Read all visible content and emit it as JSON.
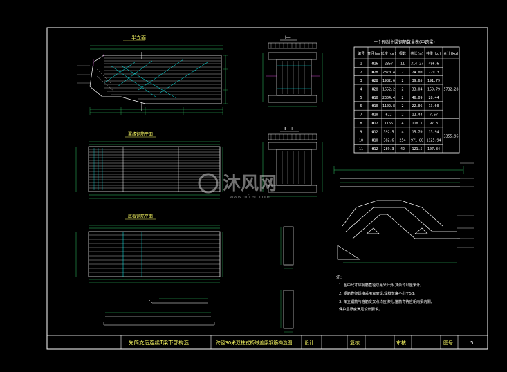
{
  "colors": {
    "background": "#000000",
    "frame": "#ffffff",
    "rebar": "#ffffff",
    "dim_green": "#33cc66",
    "accent_cyan": "#00ffff",
    "accent_magenta": "#ff55ff",
    "label_yellow": "#ffff66"
  },
  "views": {
    "elevation_title": "半立面",
    "top_plan_title": "翼缘钢筋平面",
    "bottom_plan_title": "底板钢筋平面",
    "section_1_title": "I—I",
    "section_2_title": "II—II"
  },
  "rebar_table": {
    "title": "一个预制主梁钢筋数量表(中跨梁)",
    "headers": [
      "编号",
      "直径(mm)",
      "长度(cm)",
      "根数",
      "共长(m)",
      "共重(kg)",
      "合计(kg)"
    ],
    "rows": [
      [
        "1",
        "Φ16",
        "2857",
        "11",
        "314.27",
        "496.6"
      ],
      [
        "2",
        "Φ28",
        "2370.4",
        "2",
        "24.00",
        "229.3"
      ],
      [
        "3",
        "Φ28",
        "1982.6",
        "2",
        "39.65",
        "191.79"
      ],
      [
        "4",
        "Φ28",
        "1652.2",
        "2",
        "33.04",
        "159.79"
      ],
      [
        "5",
        "Φ10",
        "2304.4",
        "2",
        "46.09",
        "28.44"
      ],
      [
        "6",
        "Φ10",
        "1102.8",
        "2",
        "22.06",
        "13.60"
      ],
      [
        "7",
        "Φ10",
        "622",
        "2",
        "12.44",
        "7.67"
      ],
      [
        "8",
        "Φ12",
        "1165",
        "4",
        "110.1",
        "97.8"
      ],
      [
        "9",
        "Φ12",
        "392.5",
        "4",
        "15.70",
        "13.94"
      ],
      [
        "10",
        "Φ10",
        "382.6",
        "254",
        "971.80",
        "1125.94"
      ],
      [
        "11",
        "Φ12",
        "289.3",
        "42",
        "121.5",
        "107.84"
      ]
    ],
    "totals": [
      "5732.28",
      "3355.96"
    ]
  },
  "notes": {
    "heading": "注:",
    "items": [
      "1. 图中尺寸除钢筋直径以毫米计外,其余均以厘米计。",
      "2. 钢筋骨架焊接采用双面焊,焊缝长度不小于5d。",
      "3. 架立钢筋与箍筋交叉点均应绑扎,箍筋弯钩应朝向梁内侧,",
      "   保护层厚度满足设计要求。"
    ]
  },
  "title_block": {
    "project": "先简支后连续T梁下部构造",
    "drawing": "跨径30米双柱式桥墩盖梁钢筋构造图",
    "design": "设计",
    "review": "复核",
    "approve": "审核",
    "sheet_label": "图号",
    "sheet_no": "5"
  },
  "watermark": {
    "text": "沐风网",
    "url": "www.mfcad.com"
  }
}
